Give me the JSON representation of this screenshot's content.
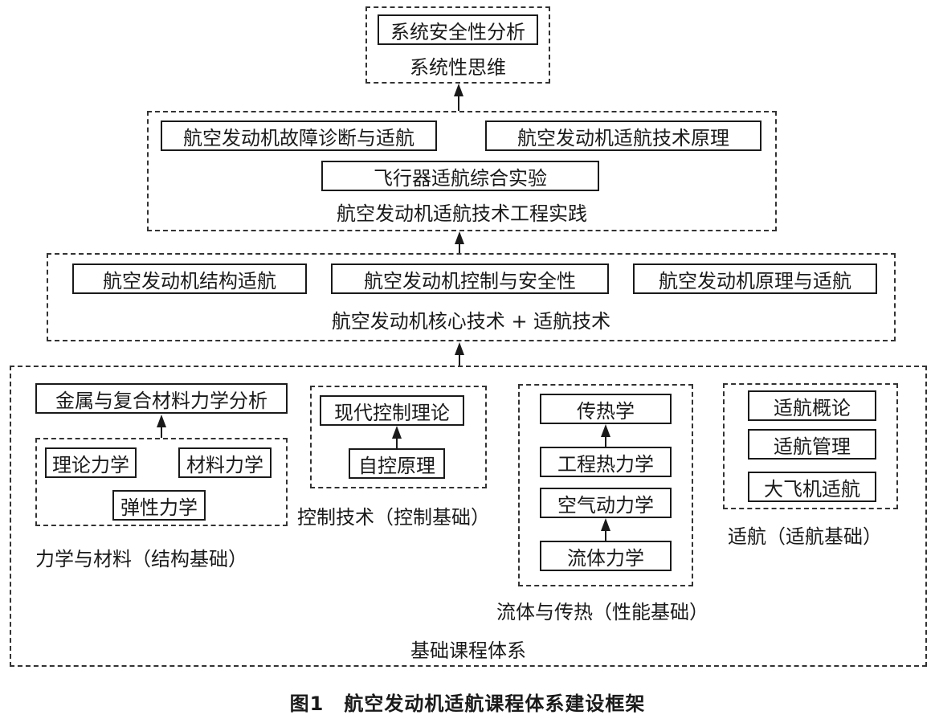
{
  "top": {
    "course": "系统安全性分析",
    "label": "系统性思维"
  },
  "practice": {
    "courses": [
      "航空发动机故障诊断与适航",
      "航空发动机适航技术原理",
      "飞行器适航综合实验"
    ],
    "label": "航空发动机适航技术工程实践"
  },
  "core": {
    "courses": [
      "航空发动机结构适航",
      "航空发动机控制与安全性",
      "航空发动机原理与适航"
    ],
    "label": "航空发动机核心技术 + 适航技术"
  },
  "foundation": {
    "label": "基础课程体系",
    "mechanics": {
      "top_course": "金属与复合材料力学分析",
      "courses": [
        "理论力学",
        "材料力学",
        "弹性力学"
      ],
      "label": "力学与材料（结构基础）"
    },
    "control": {
      "courses": [
        "现代控制理论",
        "自控原理"
      ],
      "label": "控制技术（控制基础）"
    },
    "fluid": {
      "courses": [
        "传热学",
        "工程热力学",
        "空气动力学",
        "流体力学"
      ],
      "label": "流体与传热（性能基础）"
    },
    "airworthiness": {
      "courses": [
        "适航概论",
        "适航管理",
        "大飞机适航"
      ],
      "label": "适航（适航基础）"
    }
  },
  "caption": "图1　航空发动机适航课程体系建设框架"
}
